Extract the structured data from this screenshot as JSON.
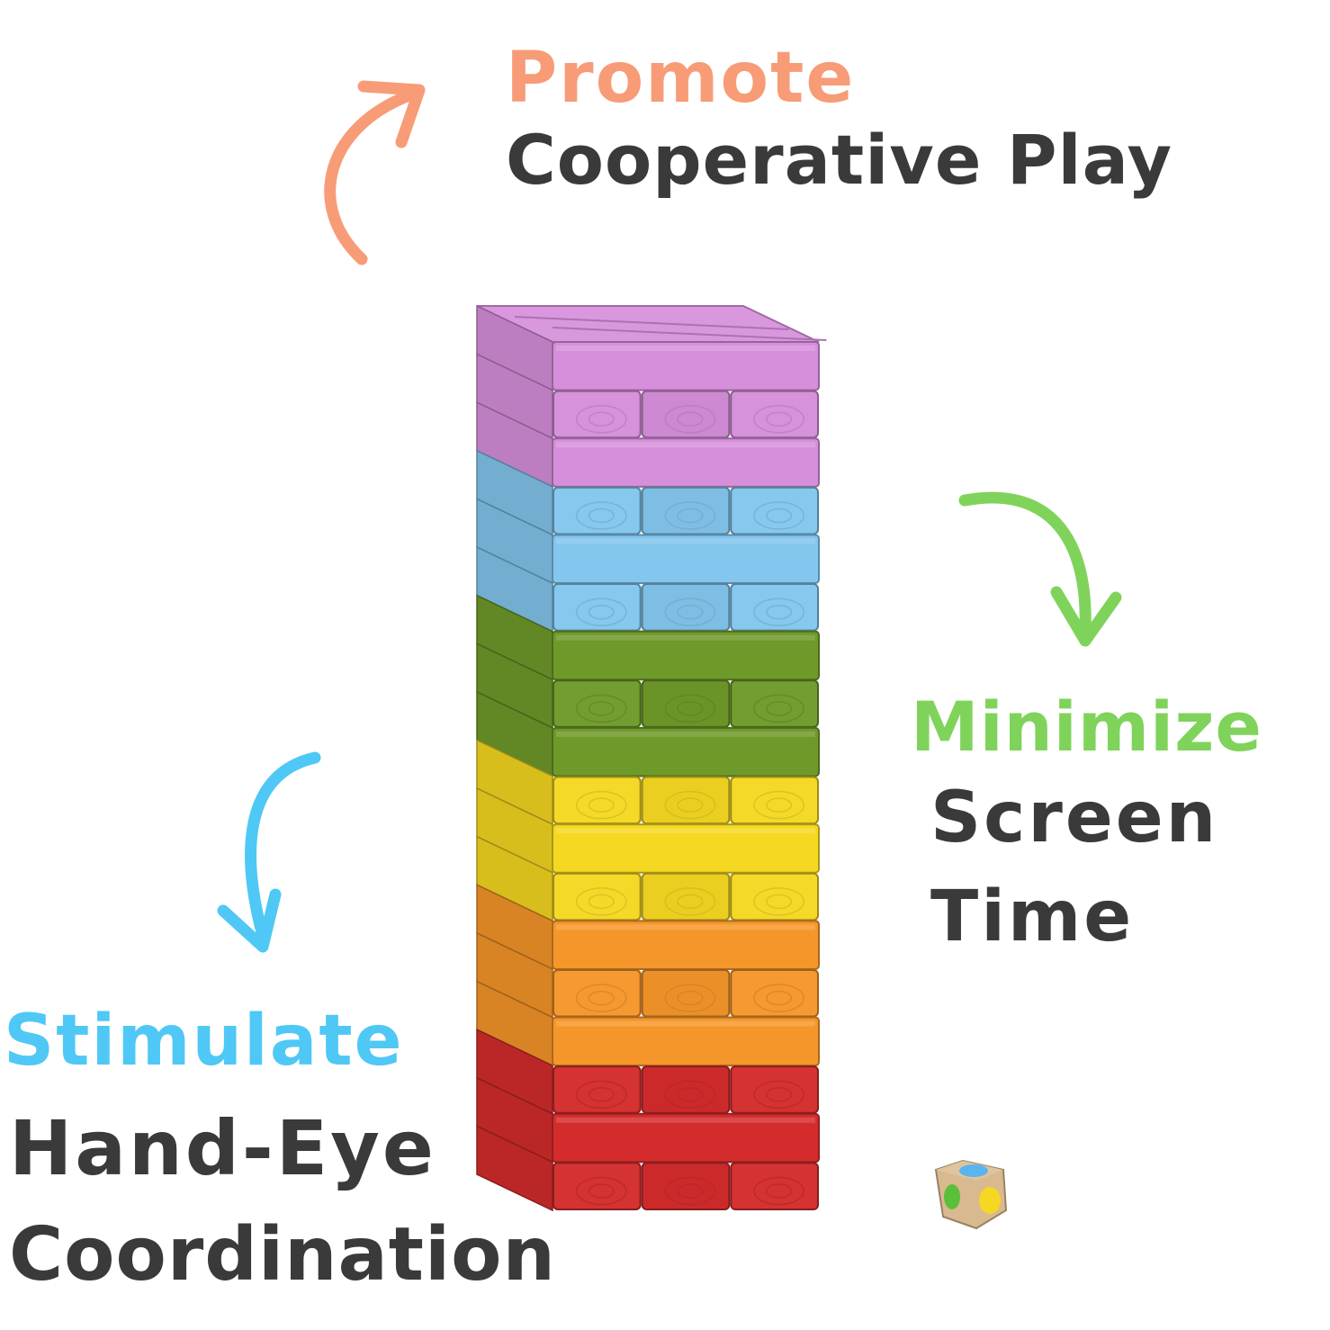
{
  "callouts": {
    "promote": {
      "highlight": "Promote",
      "text": "Cooperative Play",
      "color": "#F79C77"
    },
    "minimize": {
      "highlight": "Minimize",
      "line1": "Screen",
      "line2": "Time",
      "color": "#7FD35A"
    },
    "stimulate": {
      "highlight": "Stimulate",
      "line1": "Hand-Eye",
      "line2": "Coordination",
      "color": "#4FC8F5"
    }
  },
  "tower": {
    "tiers": [
      {
        "name": "purple",
        "color": "#D68FDB"
      },
      {
        "name": "blue",
        "color": "#83C6EE"
      },
      {
        "name": "green",
        "color": "#6E9A2A"
      },
      {
        "name": "yellow",
        "color": "#F5D821"
      },
      {
        "name": "orange",
        "color": "#F5962A"
      },
      {
        "name": "red",
        "color": "#D42C2C"
      }
    ]
  },
  "die": {
    "wood_color": "#D9B98F",
    "dot_colors": [
      "#5AB4F0",
      "#5BBF3C",
      "#F5D821",
      "#9B59B6"
    ]
  }
}
